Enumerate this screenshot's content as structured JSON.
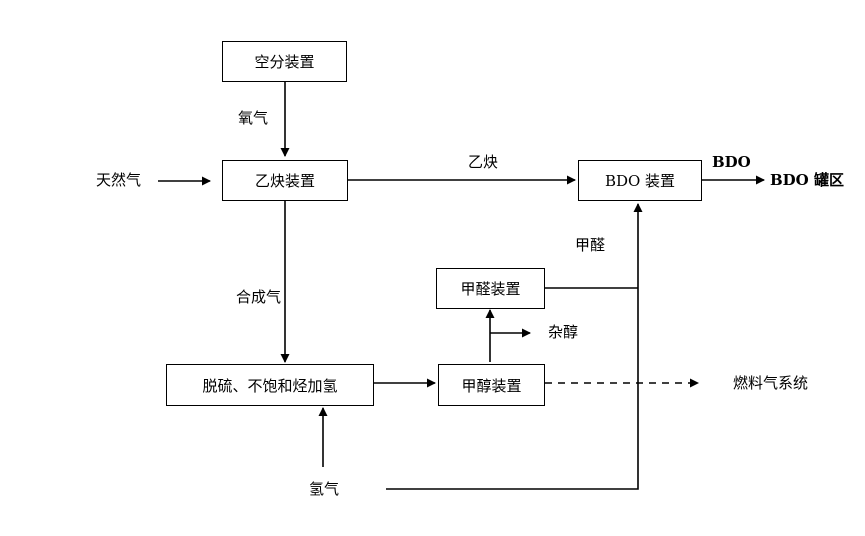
{
  "boxes": {
    "air_separation": "空分装置",
    "acetylene": "乙炔装置",
    "bdo": "BDO 装置",
    "formaldehyde": "甲醛装置",
    "desulfurization": "脱硫、不饱和烃加氢",
    "methanol": "甲醇装置"
  },
  "labels": {
    "oxygen": "氧气",
    "natural_gas": "天然气",
    "acetylene": "乙炔",
    "bdo": "BDO",
    "bdo_tank": "BDO 罐区",
    "formaldehyde": "甲醛",
    "syngas": "合成气",
    "fusel_alcohol": "杂醇",
    "fuel_gas_system": "燃料气系统",
    "hydrogen": "氢气"
  },
  "colors": {
    "line": "#000000"
  }
}
